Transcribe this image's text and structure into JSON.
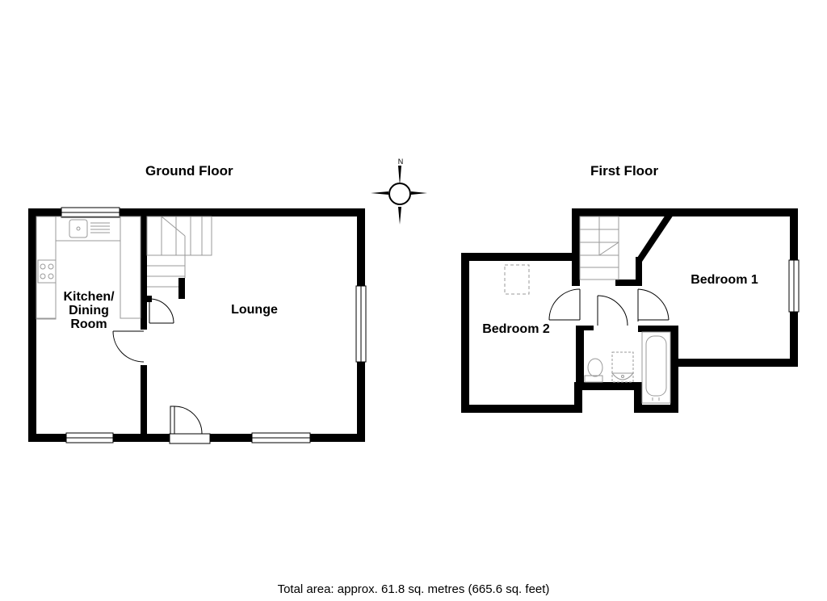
{
  "floors": {
    "ground": {
      "title": "Ground Floor",
      "rooms": {
        "kitchen_line1": "Kitchen/",
        "kitchen_line2": "Dining",
        "kitchen_line3": "Room",
        "lounge": "Lounge"
      }
    },
    "first": {
      "title": "First Floor",
      "rooms": {
        "bedroom1": "Bedroom 1",
        "bedroom2": "Bedroom 2"
      }
    }
  },
  "compass": {
    "label": "N",
    "icon": "compass-north-icon"
  },
  "footer": {
    "total_area": "Total area: approx. 61.8 sq. metres (665.6 sq. feet)"
  },
  "colors": {
    "wall": "#000000",
    "fixture": "#999999",
    "background": "#ffffff"
  }
}
